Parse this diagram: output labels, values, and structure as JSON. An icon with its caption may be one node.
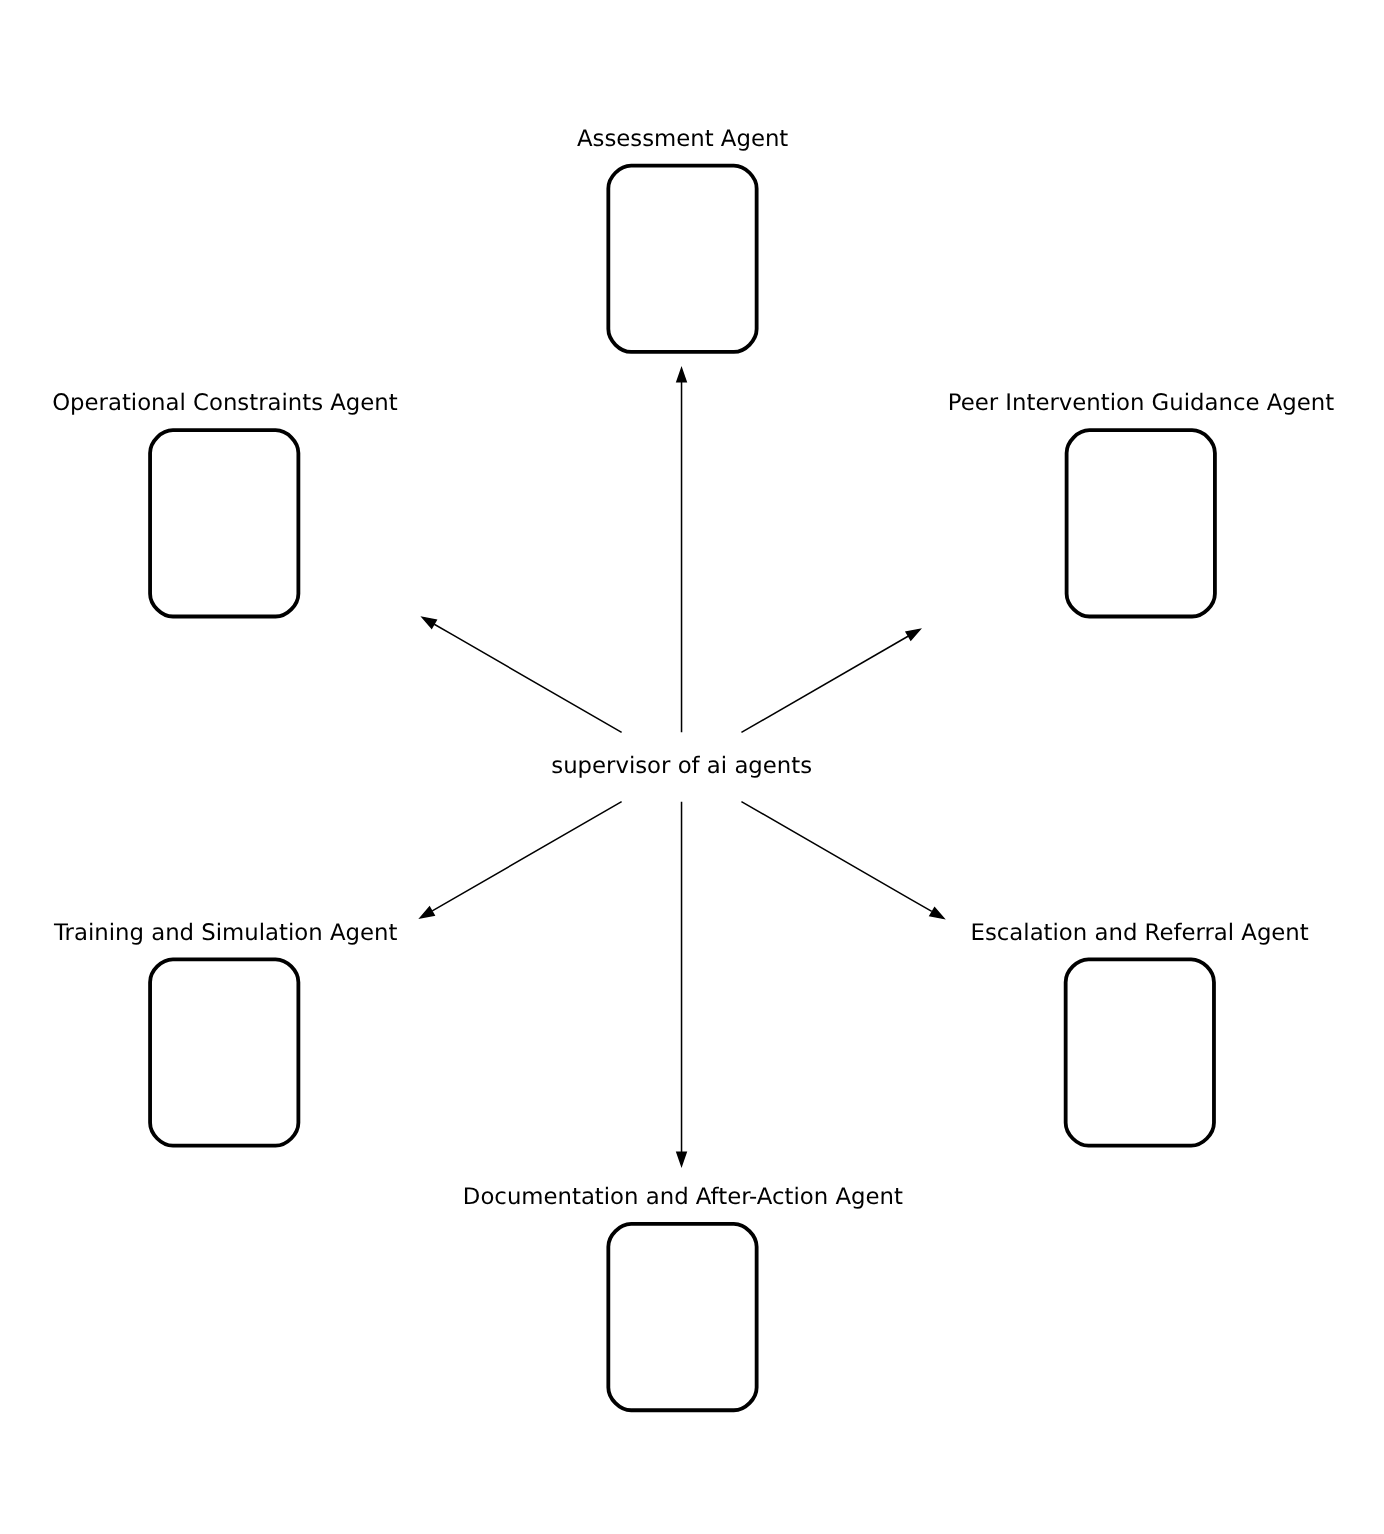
{
  "diagram": {
    "nodes": [
      {
        "text": [
          "Peer Intervention Guidance Agent"
        ]
      },
      {
        "text": [
          "Assessment Agent"
        ]
      },
      {
        "text": [
          "Operational Constraints Agent"
        ]
      },
      {
        "text": [
          "supervisor of ai agents"
        ]
      },
      {
        "text": [
          "Training and Simulation Agent"
        ]
      },
      {
        "text": [
          "Documentation and After-Action Agent"
        ]
      },
      {
        "text": [
          "Escalation and Referral Agent"
        ]
      }
    ],
    "edges": [
      {
        "from": 3,
        "to": 0,
        "arrow": "to"
      },
      {
        "from": 3,
        "to": 1,
        "arrow": "to"
      },
      {
        "from": 3,
        "to": 5,
        "arrow": "to"
      },
      {
        "from": 3,
        "to": 6,
        "arrow": "to"
      },
      {
        "from": 3,
        "to": 4,
        "arrow": "to"
      },
      {
        "from": 3,
        "to": 2,
        "arrow": "to"
      }
    ]
  }
}
